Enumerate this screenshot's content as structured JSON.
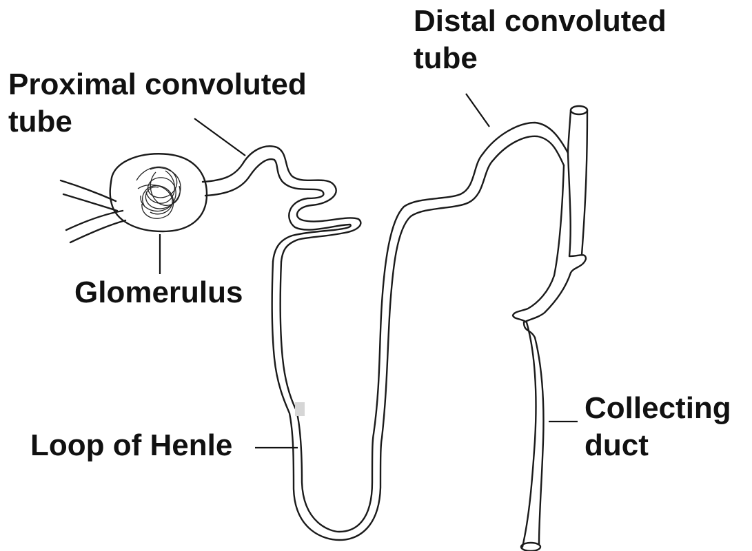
{
  "labels": {
    "proximal_line1": "Proximal convoluted",
    "proximal_line2": "tube",
    "distal_line1": "Distal convoluted",
    "distal_line2": "tube",
    "glomerulus": "Glomerulus",
    "loop_of_henle": "Loop of Henle",
    "collecting_line1": "Collecting",
    "collecting_line2": "duct"
  },
  "colors": {
    "ink": "#111111",
    "background": "#ffffff"
  }
}
